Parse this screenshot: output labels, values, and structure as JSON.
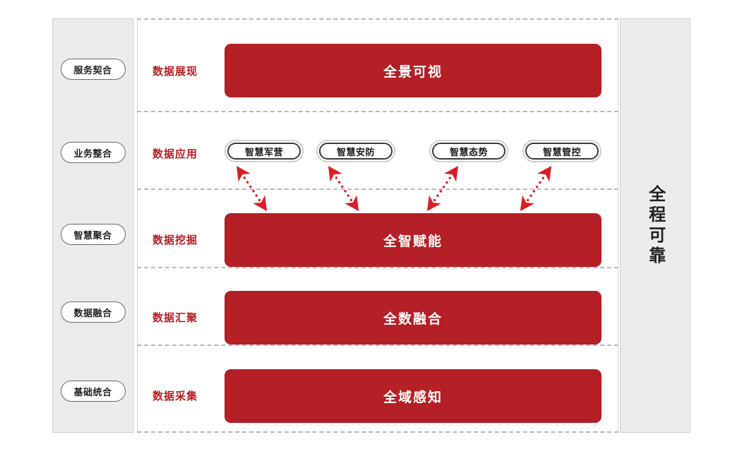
{
  "colors": {
    "accent_red": "#b42025",
    "panel_gray": "#ececec",
    "panel_border": "#cfcfcf",
    "divider_gray": "#b9b9b9",
    "divider_strong": "#6f6f6f",
    "text_dark": "#231f20",
    "bar_text": "#ffffff"
  },
  "left_panel": {
    "name": "capability-column",
    "items": [
      {
        "label": "服务契合"
      },
      {
        "label": "业务整合"
      },
      {
        "label": "智慧聚合"
      },
      {
        "label": "数据融合"
      },
      {
        "label": "基础统合"
      }
    ]
  },
  "right_panel": {
    "name": "reliability-column",
    "label": "全程可靠"
  },
  "stages": [
    {
      "label": "数据展现",
      "bar_text": "全景可视",
      "has_bar": true
    },
    {
      "label": "数据应用",
      "bar_text": "",
      "has_bar": false
    },
    {
      "label": "数据挖掘",
      "bar_text": "全智赋能",
      "has_bar": true
    },
    {
      "label": "数据汇聚",
      "bar_text": "全数融合",
      "has_bar": true
    },
    {
      "label": "数据采集",
      "bar_text": "全域感知",
      "has_bar": true
    }
  ],
  "applications": [
    {
      "label": "智慧军营"
    },
    {
      "label": "智慧安防"
    },
    {
      "label": "智慧态势"
    },
    {
      "label": "智慧管控"
    }
  ],
  "arrows": {
    "style": "dotted-double-headed",
    "color": "#d81f26",
    "count": 4,
    "description": "双向虚线箭头连接数据应用与数据挖掘"
  }
}
